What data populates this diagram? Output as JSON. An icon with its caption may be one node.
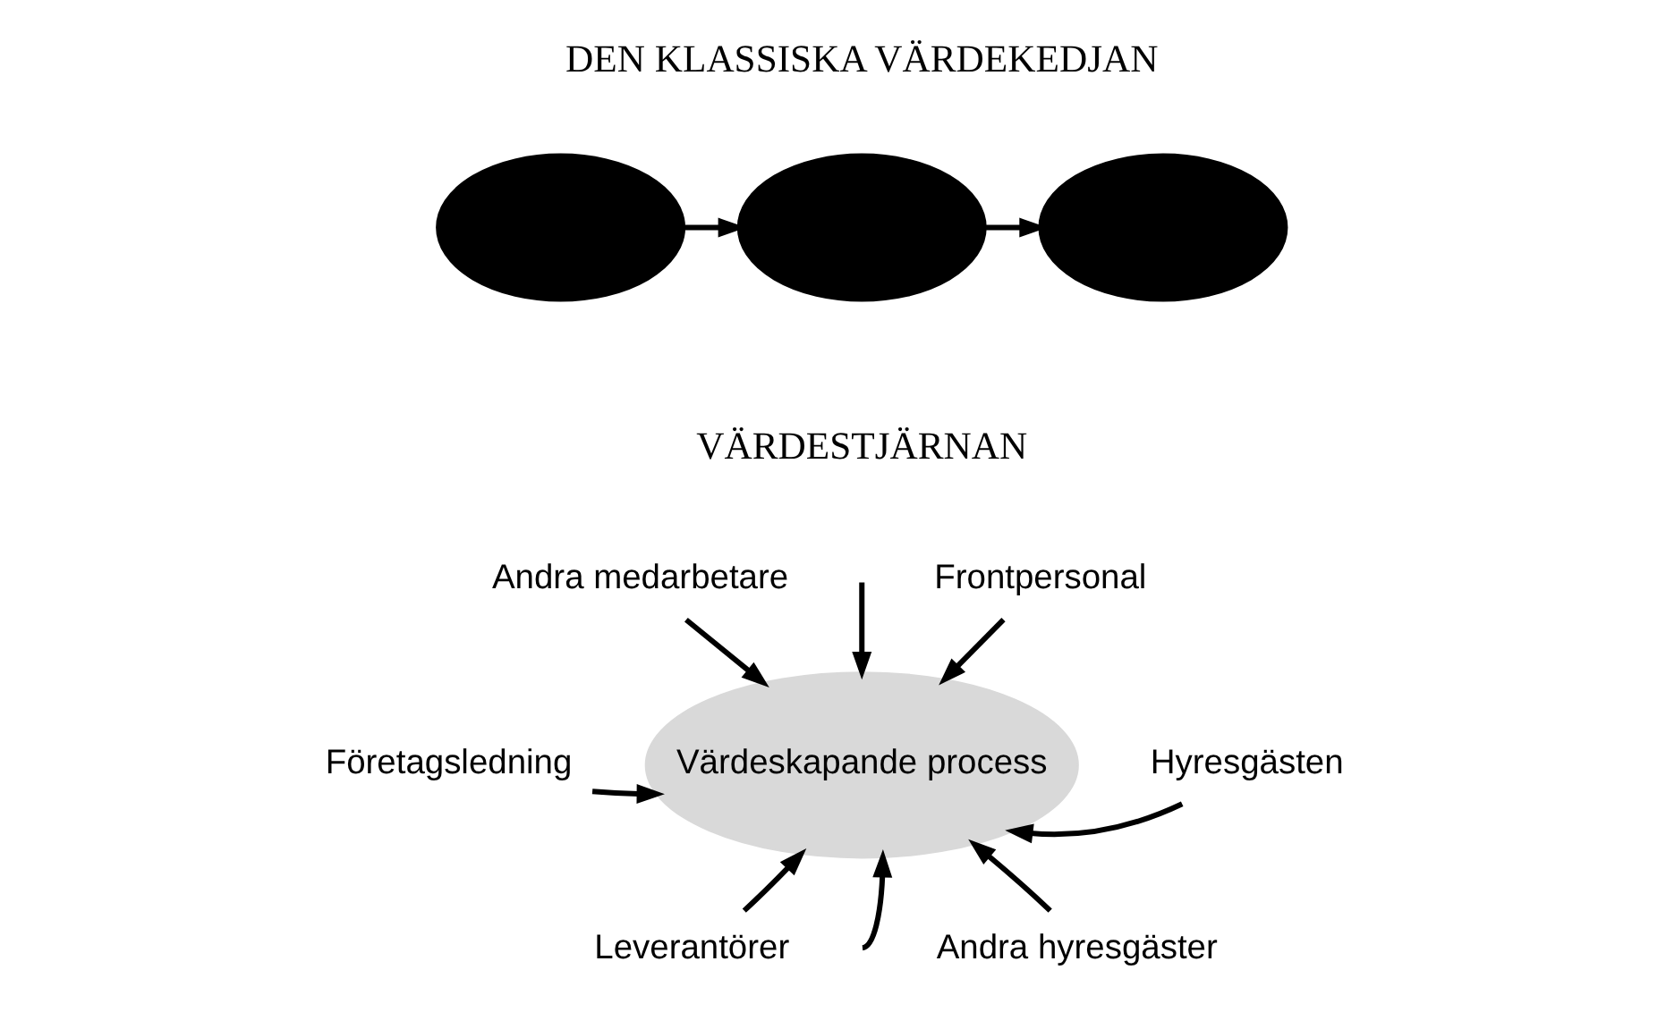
{
  "diagram": {
    "nodes": [
      {
        "text": [],
        "shape": "ellipse"
      },
      {
        "text": [],
        "shape": "ellipse"
      },
      {
        "text": [],
        "shape": "ellipse"
      },
      {
        "text": [
          "Värdeskapande process"
        ]
      },
      {
        "text": [
          "Andra medarbetare"
        ]
      },
      {
        "text": [
          "Frontpersonal"
        ]
      },
      {
        "text": [
          "Företagsledning"
        ]
      },
      {
        "text": [
          "Hyresgästen"
        ]
      },
      {
        "text": [
          "Leverantörer"
        ]
      },
      {
        "text": [
          "Andra hyresgäster"
        ]
      }
    ],
    "edges": [
      {
        "from": 0,
        "to": 1,
        "arrow": "to"
      },
      {
        "from": 1,
        "to": 2,
        "arrow": "to"
      },
      {
        "from": 4,
        "to": 3,
        "arrow": "to"
      },
      {
        "from": null,
        "to": 3,
        "arrow": "to"
      },
      {
        "from": 5,
        "to": 3,
        "arrow": "to"
      },
      {
        "from": 6,
        "to": 3,
        "arrow": "to"
      },
      {
        "from": 7,
        "to": 3,
        "arrow": "to"
      },
      {
        "from": 8,
        "to": 3,
        "arrow": "to"
      },
      {
        "from": null,
        "to": 3,
        "arrow": "to"
      },
      {
        "from": 9,
        "to": 3,
        "arrow": "to"
      }
    ],
    "labels": [
      "DEN KLASSISKA VÄRDEKEDJAN",
      "VÄRDESTJÄRNAN"
    ]
  }
}
